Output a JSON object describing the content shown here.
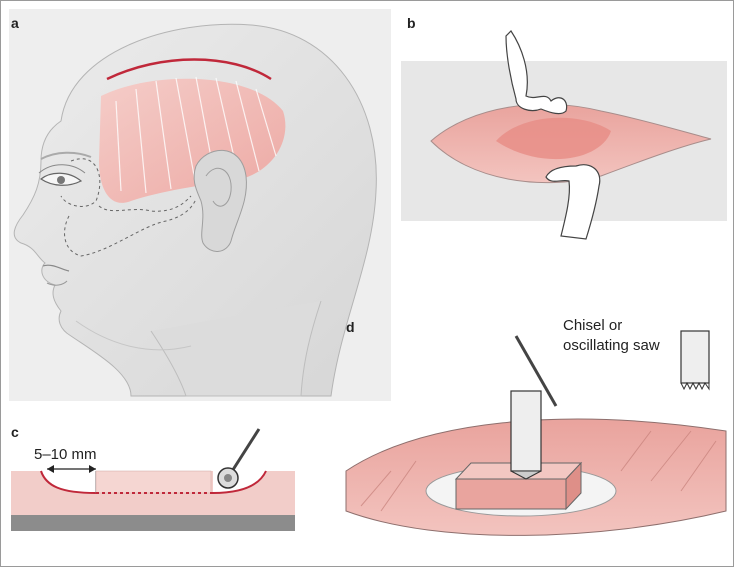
{
  "panels": [
    {
      "id": "a",
      "letter": "a"
    },
    {
      "id": "b",
      "letter": "b"
    },
    {
      "id": "c",
      "letter": "c"
    },
    {
      "id": "d",
      "letter": "d"
    }
  ],
  "annotations": {
    "measurement": "5–10 mm",
    "tool_line1": "Chisel or",
    "tool_line2": "oscillating saw"
  },
  "colors": {
    "skin_gray": "#e3e3e3",
    "muscle_pink": "#f2b8b3",
    "tissue_red": "#e89a95",
    "incision_red": "#c0283a",
    "bone_dark": "#8c8c8c"
  }
}
